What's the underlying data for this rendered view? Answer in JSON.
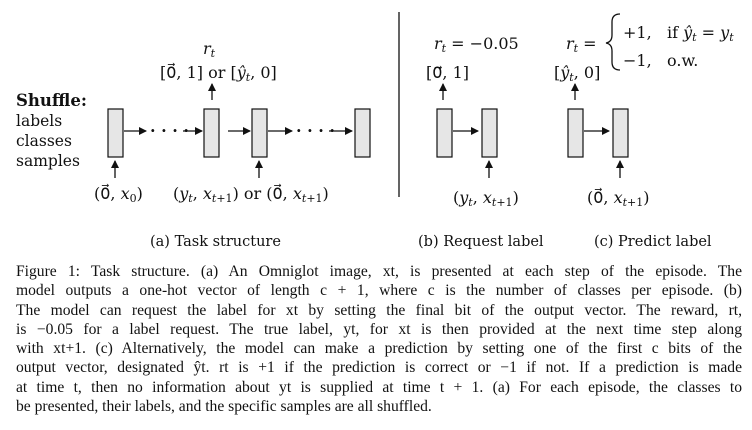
{
  "figure": {
    "shuffle": {
      "title": "Shuffle:",
      "items": [
        "labels",
        "classes",
        "samples"
      ]
    },
    "panel_a": {
      "reward_symbol": "rt",
      "reward_text": "[0⃗, 1] or [ŷt, 0]",
      "input_first": "(0⃗, x0)",
      "input_next": "(yt, xt+1) or (0⃗, xt+1)",
      "ellipsis": "· · · ·",
      "caption": "(a) Task structure"
    },
    "panel_b": {
      "reward": "rt = −0.05",
      "output": "[0⃗, 1]",
      "input": "(yt, xt+1)",
      "caption": "(b) Request label"
    },
    "panel_c": {
      "reward_lhs": "rt =",
      "case1_value": "+1,",
      "case1_cond": "if ŷt = yt",
      "case2_value": "−1,",
      "case2_cond": "o.w.",
      "output": "[ŷt, 0]",
      "input": "(0⃗, xt+1)",
      "caption": "(c) Predict label"
    }
  },
  "caption_lines": [
    "Figure 1: Task structure. (a) An Omniglot image, xt, is presented at each step of the episode. The",
    "model outputs a one-hot vector of length c + 1, where c is the number of classes per episode. (b)",
    "The model can request the label for xt by setting the final bit of the output vector. The reward, rt,",
    "is −0.05 for a label request. The true label, yt, for xt is then provided at the next time step along",
    "with xt+1. (c) Alternatively, the model can make a prediction by setting one of the first c bits of the",
    "output vector, designated ŷt. rt is +1 if the prediction is correct or −1 if not. If a prediction is made",
    "at time t, then no information about yt is supplied at time t + 1. (a) For each episode, the classes to",
    "be presented, their labels, and the specific samples are all shuffled."
  ]
}
